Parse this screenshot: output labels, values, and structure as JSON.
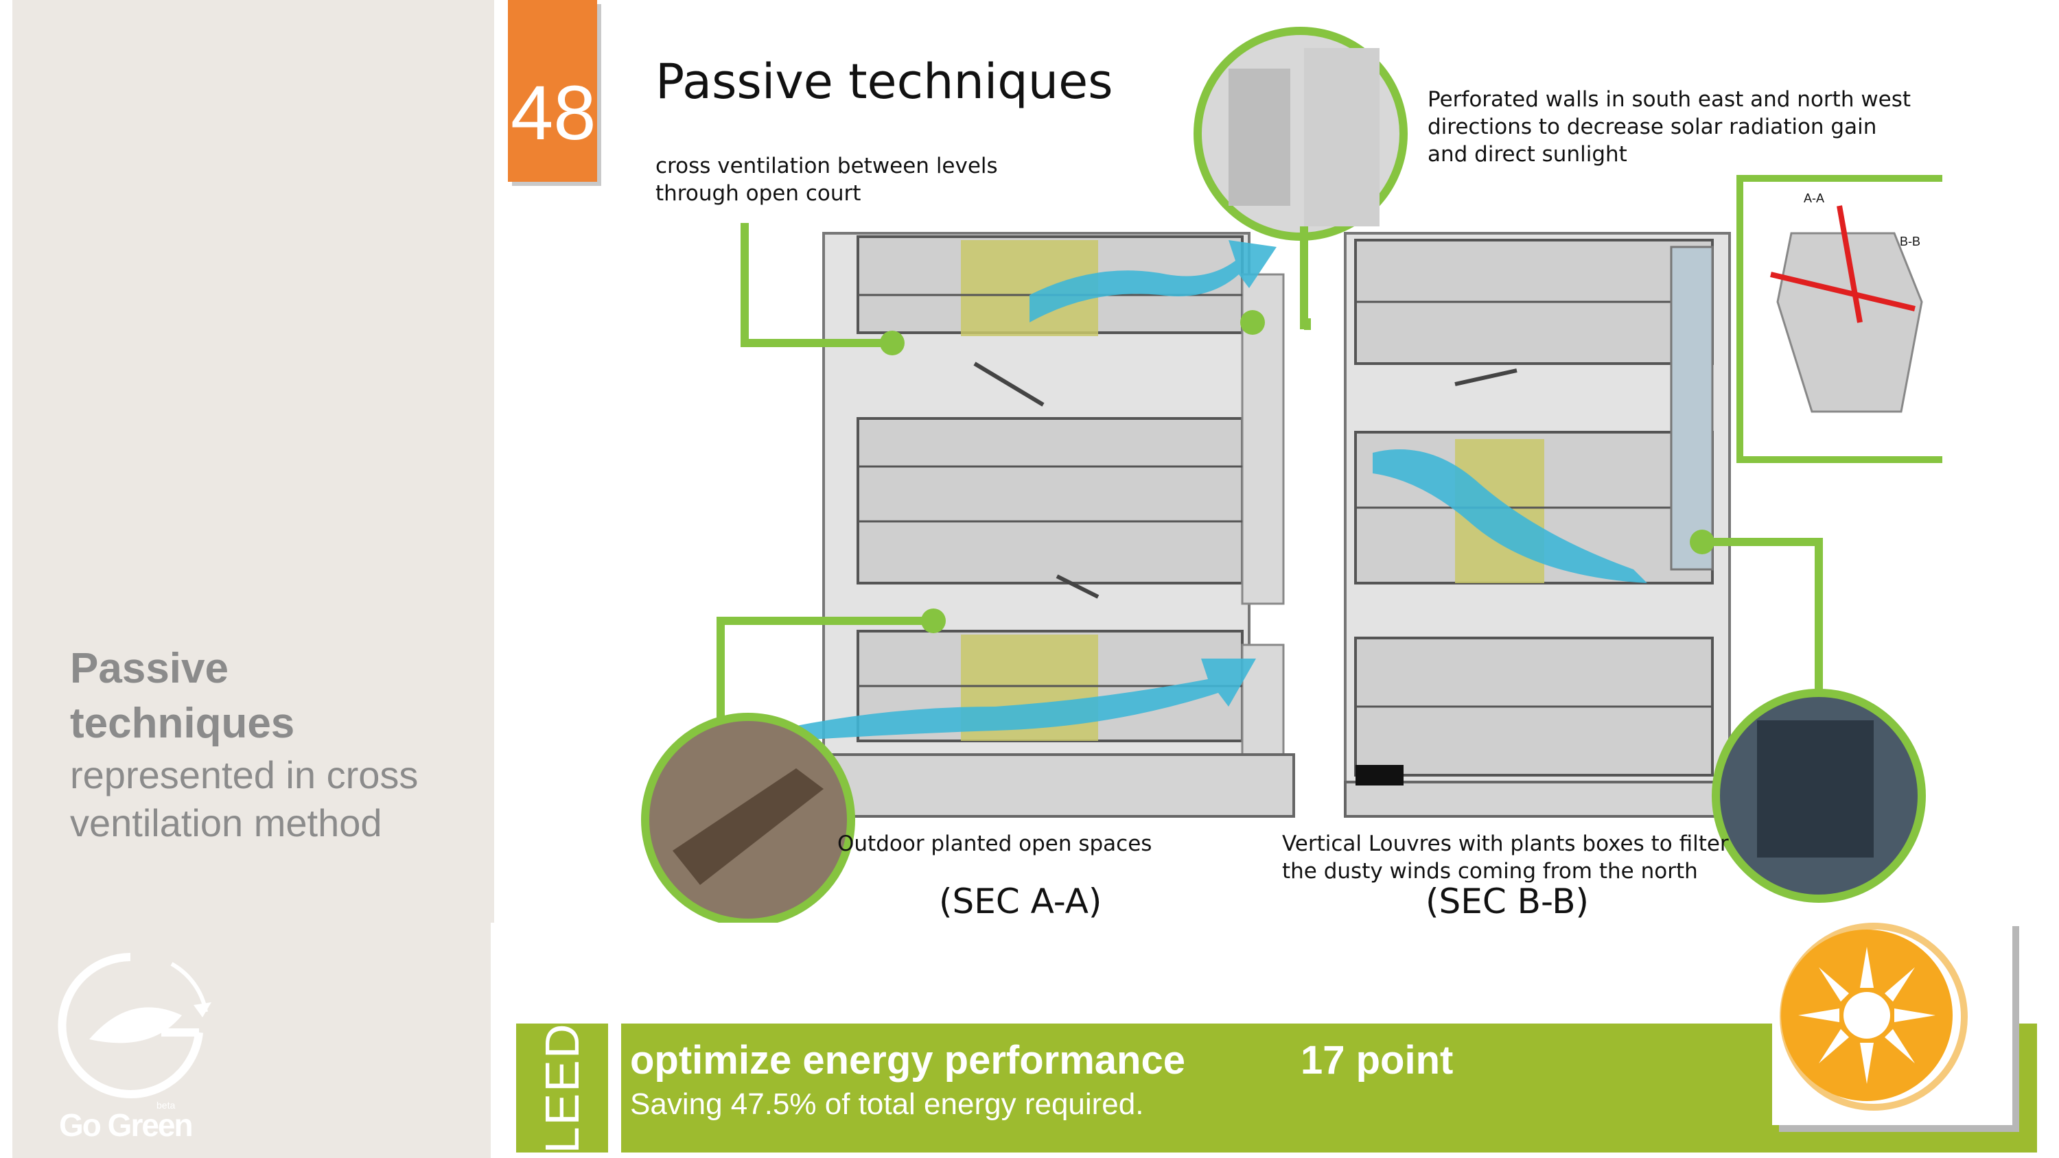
{
  "slide_number": "48",
  "heading": "Passive techniques",
  "sidebar": {
    "title_bold_1": "Passive",
    "title_bold_2": "techniques",
    "title_rest_1": "represented in cross",
    "title_rest_2": "ventilation method",
    "logo_text": "Go Green",
    "logo_tag": "beta"
  },
  "callouts": {
    "cross_ventilation": "cross ventilation between levels\nthrough open court",
    "perforated_walls": "Perforated walls in south east and north west\n directions to decrease solar radiation gain\nand direct sunlight",
    "outdoor_spaces": "Outdoor planted open spaces",
    "louvres": "Vertical Louvres with plants boxes to filter\nthe dusty winds coming from the north"
  },
  "sections": {
    "a": "(SEC A-A)",
    "b": "(SEC B-B)",
    "key_a": "A-A",
    "key_b": "B-B"
  },
  "leed": {
    "label": "LEED",
    "title": "optimize energy performance",
    "points": "17 point",
    "subtitle": "Saving 47.5% of total energy required."
  },
  "colors": {
    "accent_orange": "#ee8231",
    "leed_green": "#9dbb2f",
    "callout_green": "#86c440",
    "airflow_blue": "#3fb6d6",
    "sidebar_bg": "#ece8e3",
    "sun_orange": "#f6a81f"
  },
  "icons": [
    "go-green-logo-icon",
    "sun-icon",
    "airflow-arrow-icon",
    "section-key-icon"
  ]
}
